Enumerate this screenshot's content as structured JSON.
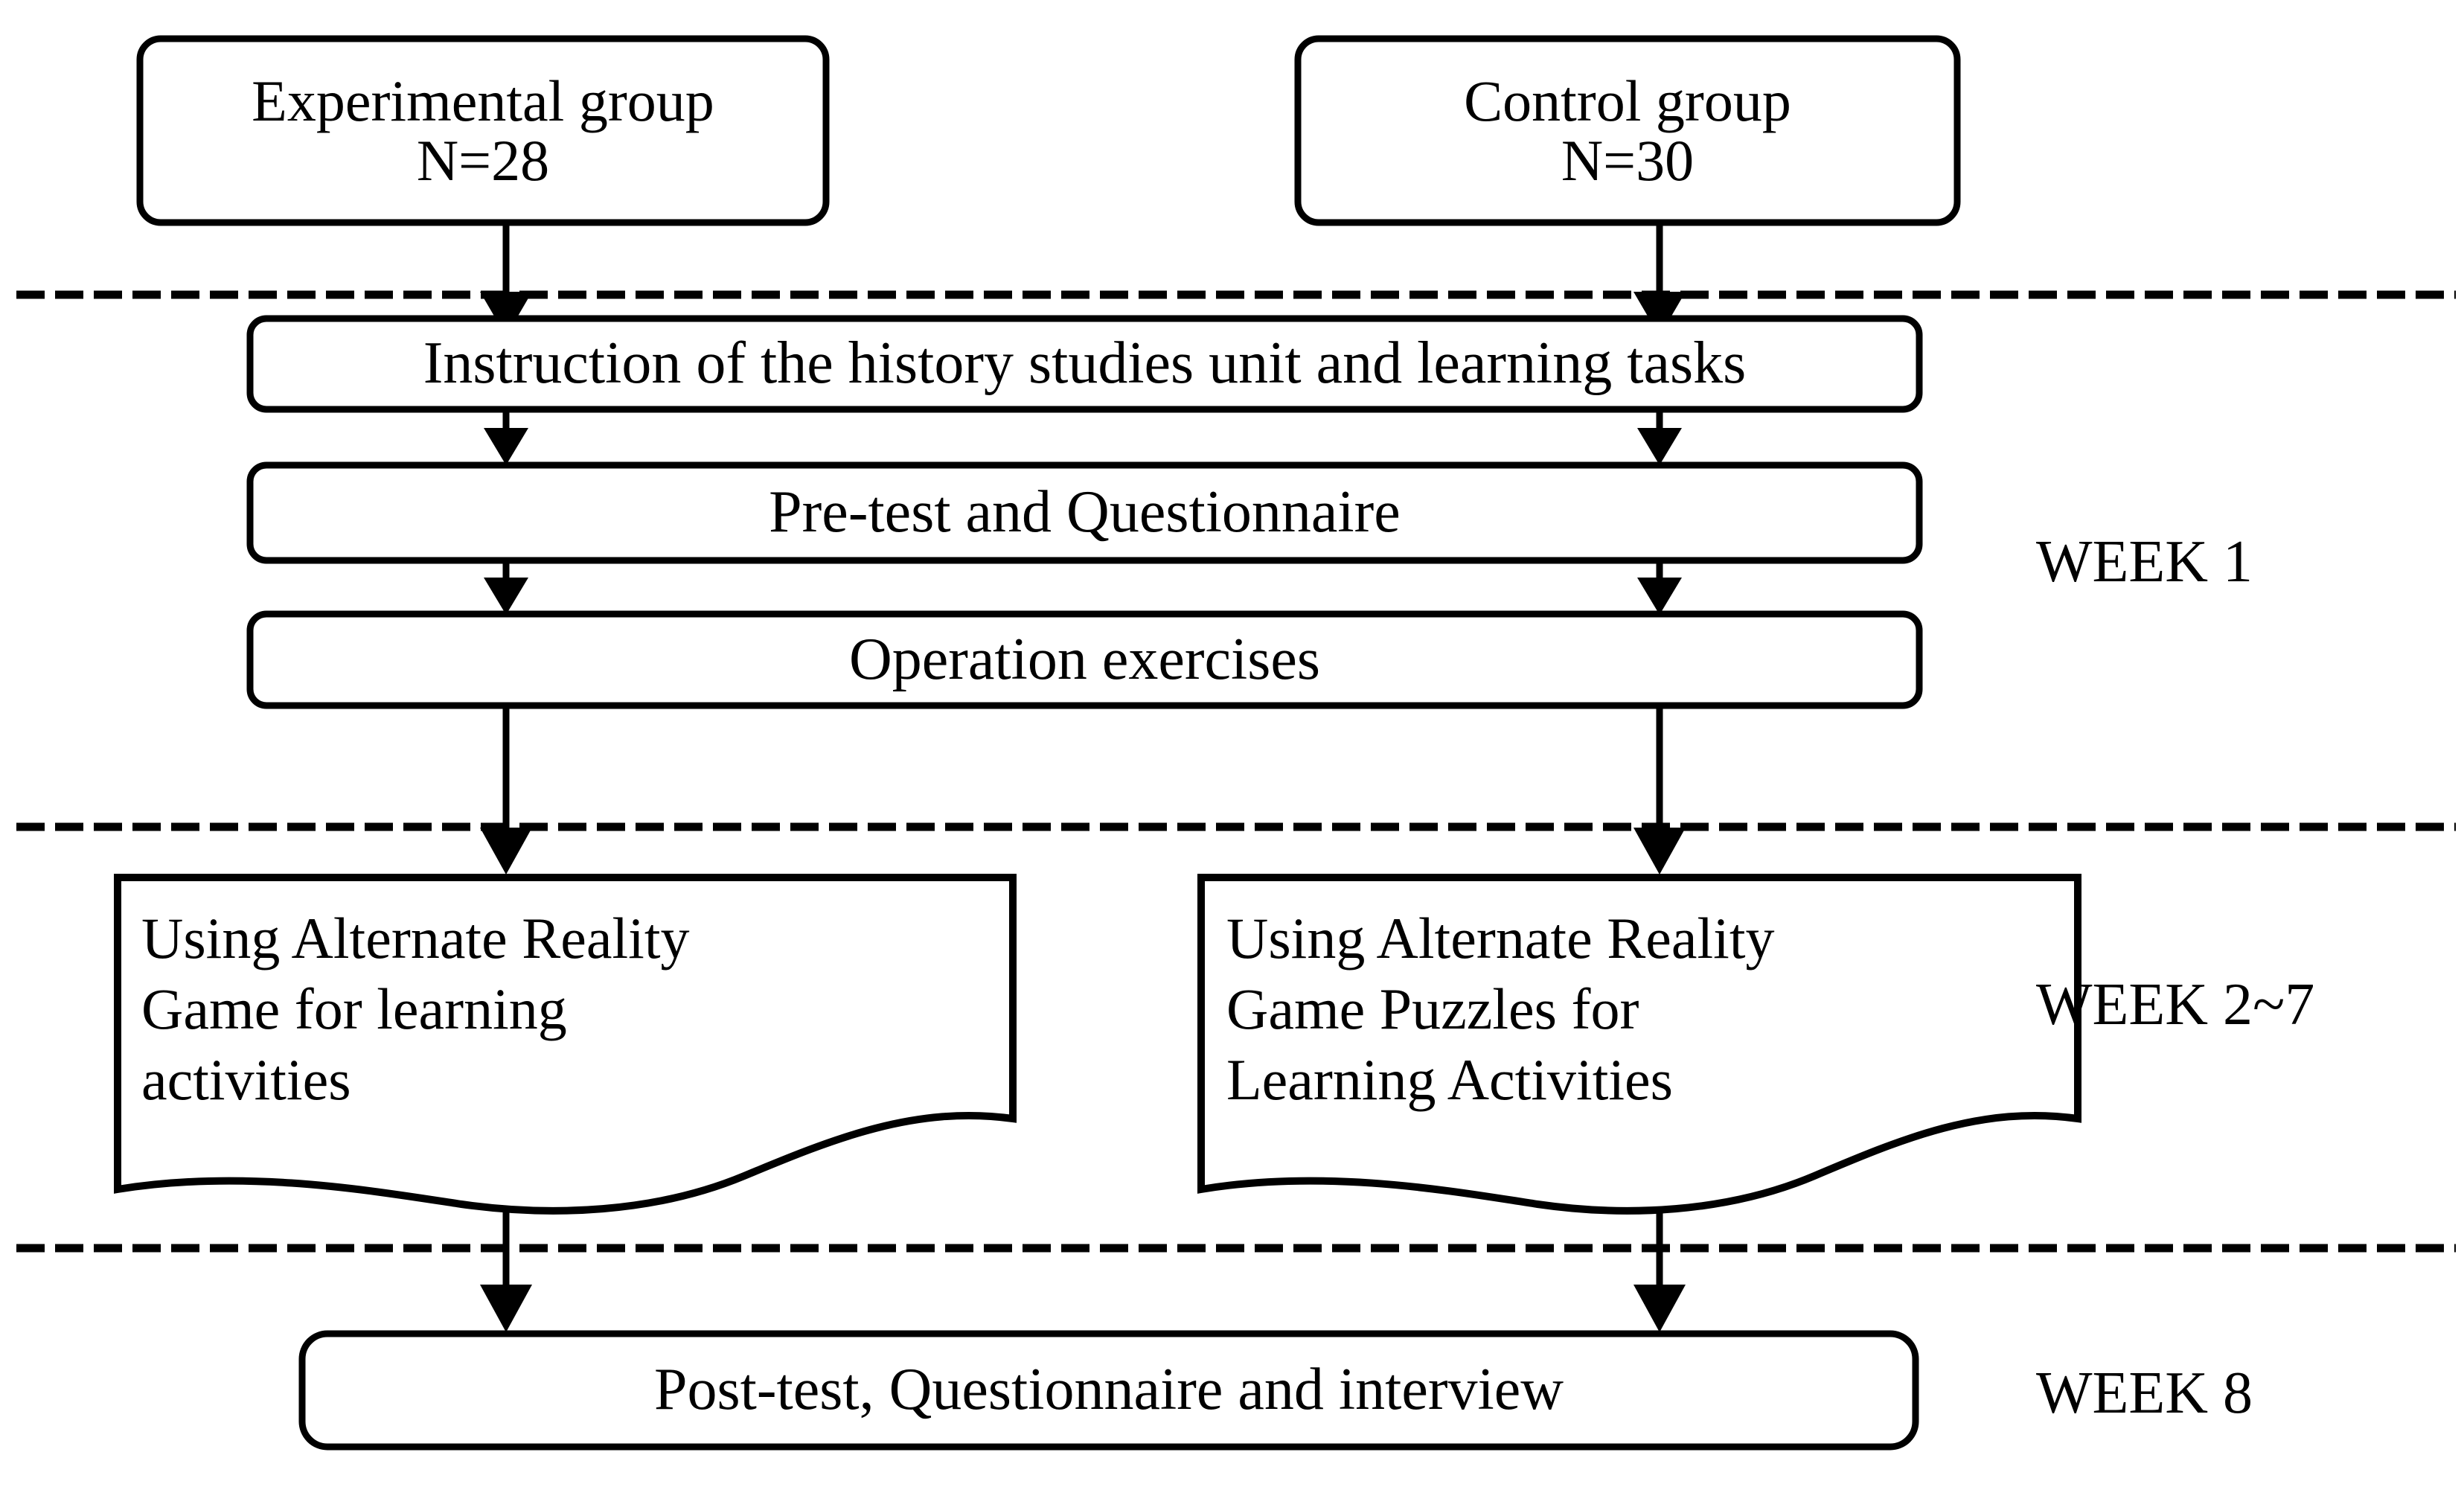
{
  "diagram": {
    "title_semantics": "research-procedure-flowchart",
    "background_color": "#ffffff",
    "line_color": "#000000",
    "nodes": [
      {
        "id": "experimental-group",
        "shape": "rounded-rectangle",
        "text": "Experimental group\nN=28",
        "align": "center"
      },
      {
        "id": "control-group",
        "shape": "rounded-rectangle",
        "text": "Control group\nN=30",
        "align": "center"
      },
      {
        "id": "instruction",
        "shape": "rounded-rectangle",
        "text": "Instruction of the history studies unit and learning tasks",
        "align": "center"
      },
      {
        "id": "pretest",
        "shape": "rounded-rectangle",
        "text": "Pre-test and Questionnaire",
        "align": "center"
      },
      {
        "id": "operation",
        "shape": "rounded-rectangle",
        "text": "Operation exercises",
        "align": "center"
      },
      {
        "id": "arg-experimental",
        "shape": "document",
        "text": "Using Alternate Reality\nGame for learning\nactivities",
        "align": "left"
      },
      {
        "id": "arg-control",
        "shape": "document",
        "text": "Using Alternate Reality\nGame Puzzles for\nLearning Activities",
        "align": "left"
      },
      {
        "id": "posttest",
        "shape": "rounded-rectangle",
        "text": "Post-test, Questionnaire and interview",
        "align": "center"
      }
    ],
    "week_labels": [
      {
        "id": "week-1",
        "text": "WEEK 1"
      },
      {
        "id": "week-2-7",
        "text": "WEEK 2~7"
      },
      {
        "id": "week-8",
        "text": "WEEK 8"
      }
    ],
    "phase_dividers": [
      {
        "id": "divider-after-groups",
        "style": "dashed"
      },
      {
        "id": "divider-after-week1",
        "style": "dashed"
      },
      {
        "id": "divider-after-week27",
        "style": "dashed"
      }
    ]
  }
}
